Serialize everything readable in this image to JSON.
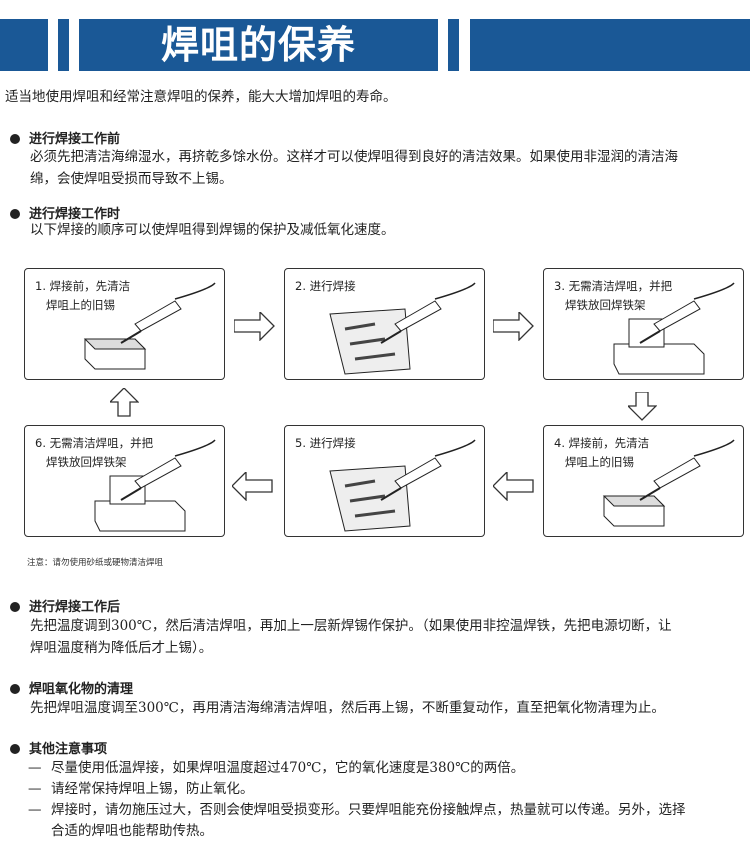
{
  "header": {
    "title": "焊咀的保养",
    "accent": "#1a5896"
  },
  "intro": "适当地使用焊咀和经常注意焊咀的保养，能大大增加焊咀的寿命。",
  "sections": [
    {
      "heading": "进行焊接工作前",
      "lines": [
        "必须先把清洁海绵湿水，再挤乾多馀水份。这样才可以使焊咀得到良好的清洁效果。如果使用非湿润的清洁海",
        "绵，会使焊咀受损而导致不上锡。"
      ]
    },
    {
      "heading": "进行焊接工作时",
      "lines": [
        "以下焊接的顺序可以使焊咀得到焊锡的保护及减低氧化速度。"
      ]
    },
    {
      "heading": "进行焊接工作后",
      "lines": [
        "先把温度调到300℃，然后清洁焊咀，再加上一层新焊锡作保护。（如果使用非控温焊铁，先把电源切断，让",
        "焊咀温度稍为降低后才上锡）。"
      ]
    },
    {
      "heading": "焊咀氧化物的清理",
      "lines": [
        "先把焊咀温度调至300℃，再用清洁海绵清洁焊咀，然后再上锡，不断重复动作，直至把氧化物清理为止。"
      ]
    },
    {
      "heading": "其他注意事项",
      "items": [
        [
          "尽量使用低温焊接，如果焊咀温度超过470℃，它的氧化速度是380℃的两倍。"
        ],
        [
          "请经常保持焊咀上锡，防止氧化。"
        ],
        [
          "焊接时，请勿施压过大，否则会使焊咀受损变形。只要焊咀能充份接触焊点，热量就可以传递。另外，选择",
          "合适的焊咀也能帮助传热。"
        ]
      ],
      "dash": "—"
    }
  ],
  "steps": [
    "1. 焊接前，先清洁\n   焊咀上的旧锡",
    "2. 进行焊接",
    "3. 无需清洁焊咀，并把\n   焊铁放回焊铁架",
    "4. 焊接前，先清洁\n   焊咀上的旧锡",
    "5. 进行焊接",
    "6. 无需清洁焊咀，并把\n   焊铁放回焊铁架"
  ],
  "note": "注意：请勿使用砂纸或硬物清洁焊咀"
}
